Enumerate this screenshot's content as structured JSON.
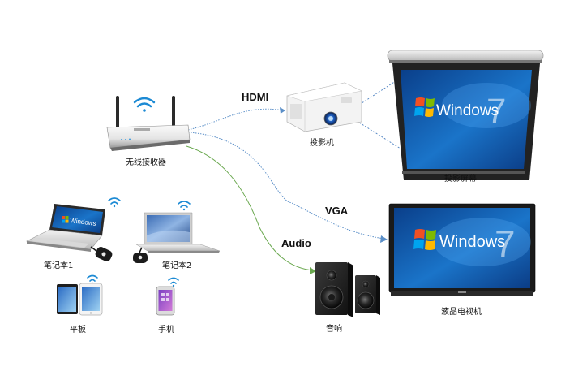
{
  "labels": {
    "receiver": "无线接收器",
    "projector": "投影机",
    "screen": "投影屏幕",
    "tv": "液晶电视机",
    "speaker": "音响",
    "laptop1": "笔记本1",
    "laptop2": "笔记本2",
    "tablet": "平板",
    "phone": "手机"
  },
  "connections": {
    "hdmi": "HDMI",
    "vga": "VGA",
    "audio": "Audio"
  },
  "screen_os_text": "Windows",
  "screen_os_digit": "7",
  "colors": {
    "wire_blue": "#5b8fc8",
    "wire_green": "#6aa84f",
    "wifi_blue": "#1c8ad4"
  }
}
